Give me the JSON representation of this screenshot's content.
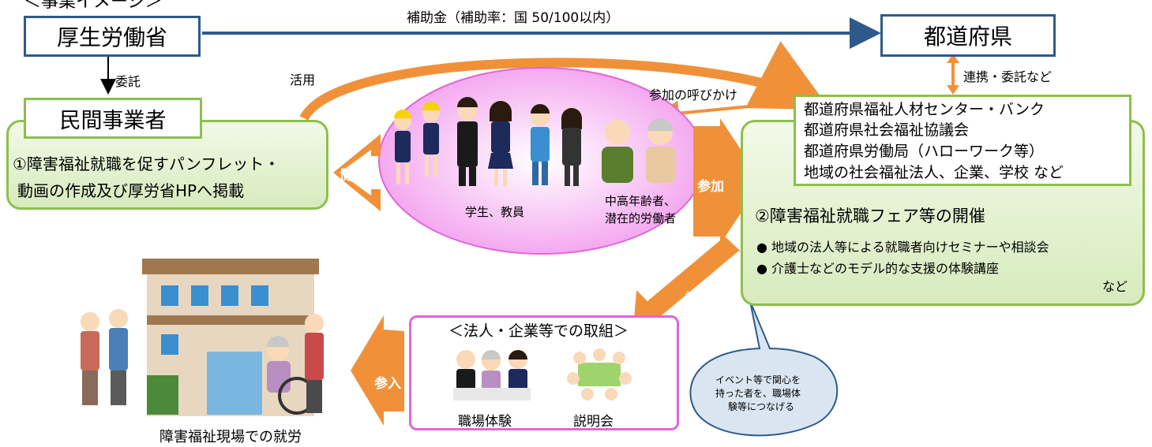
{
  "header_partial": "＜事業イメージ＞",
  "mhlw": "厚生労働省",
  "prefecture": "都道府県",
  "subsidy": "補助金（補助率：国 50/100以内）",
  "entrust": "委託",
  "utilize": "活用",
  "private_operator": "民間事業者",
  "private_task": [
    "①障害福祉就職を促すパンフレット・",
    "動画の作成及び厚労省HPへ掲載"
  ],
  "browse": "閲覧",
  "participate": "参加",
  "call_participation": "参加の呼びかけ",
  "cooperation": "連携・委託など",
  "partners": [
    "都道府県福祉人材センター・バンク",
    "都道府県社会福祉協議会",
    "都道府県労働局（ハローワーク等）",
    "地域の社会福祉法人、企業、学校 など"
  ],
  "students": "学生、教員",
  "elderly": [
    "中高年齢者、",
    "潜在的労働者"
  ],
  "fair_title": "②障害福祉就職フェア等の開催",
  "fair_items": [
    "● 地域の法人等による就職者向けセミナーや相談会",
    "● 介護士などのモデル的な支援の体験講座"
  ],
  "fair_etc": "など",
  "guide": "誘導",
  "corp_title": "＜法人・企業等での取組＞",
  "work_experience": "職場体験",
  "briefing": "説明会",
  "enter": "参入",
  "employment": "障害福祉現場での就労",
  "bubble": [
    "イベント等で関心を",
    "持った者を、職場体",
    "験等につなげる"
  ]
}
